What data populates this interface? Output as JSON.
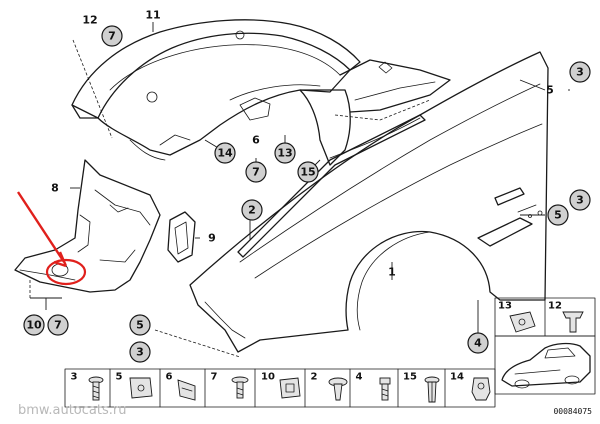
{
  "callouts": {
    "c12": "12",
    "c7a": "7",
    "c11": "11",
    "c5a": "5",
    "c3a": "3",
    "c6": "6",
    "c7b": "7",
    "c14": "14",
    "c13": "13",
    "c15": "15",
    "c8": "8",
    "c2": "2",
    "c9": "9",
    "c3b": "3",
    "c5b": "5",
    "c1": "1",
    "c10": "10",
    "c7c": "7",
    "c5c": "5",
    "c3c": "3",
    "c4": "4"
  },
  "legend": {
    "top": [
      {
        "label": "13"
      },
      {
        "label": "12"
      }
    ],
    "bottom": [
      {
        "label": "3"
      },
      {
        "label": "5"
      },
      {
        "label": "6"
      },
      {
        "label": "7"
      },
      {
        "label": "10"
      },
      {
        "label": "2"
      },
      {
        "label": "4"
      },
      {
        "label": "15"
      },
      {
        "label": "14"
      }
    ]
  },
  "reference_number": "00084075",
  "watermark": "bmw.autocats.ru",
  "colors": {
    "callout_fill": "#d0d0d0",
    "annotation": "#e0201c",
    "watermark": "#b8b8b8"
  }
}
